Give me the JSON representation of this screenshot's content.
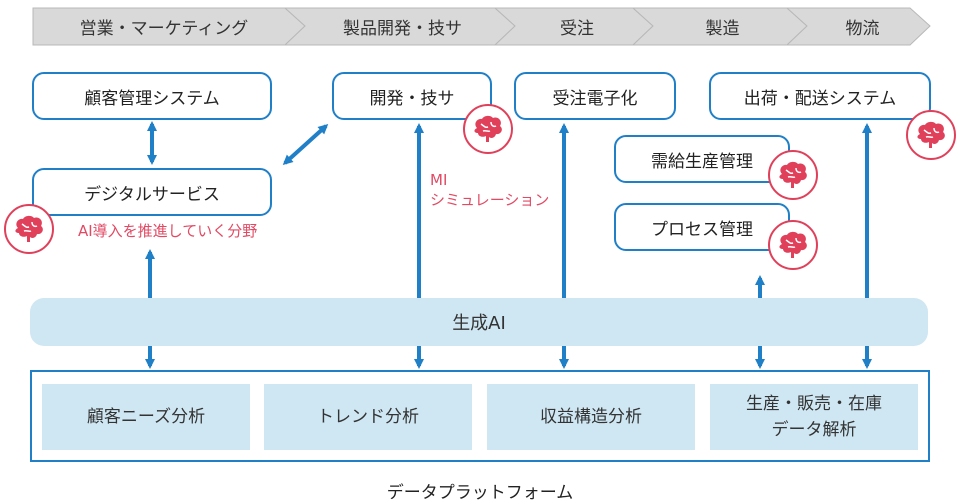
{
  "process_steps": [
    "営業・マーケティング",
    "製品開発・技サ",
    "受注",
    "製造",
    "物流"
  ],
  "boxes": {
    "crm": "顧客管理システム",
    "digital_service": "デジタルサービス",
    "dev": "開発・技サ",
    "order_edi": "受注電子化",
    "shipping": "出荷・配送システム",
    "supply_demand": "需給生産管理",
    "process_mgmt": "プロセス管理"
  },
  "notes": {
    "ai_area": "AI導入を推進していく分野",
    "mi_line1": "MI",
    "mi_line2": "シミュレーション"
  },
  "generative_ai": "生成AI",
  "platform": {
    "cells": [
      "顧客ニーズ分析",
      "トレンド分析",
      "収益構造分析",
      "生産・販売・在庫",
      "データ解析"
    ],
    "caption": "データプラットフォーム"
  },
  "colors": {
    "chevron_fill": "#d9d9d9",
    "box_border": "#1f7fc7",
    "arrow": "#1f7fc7",
    "brain": "#e0405a",
    "note_text": "#e24a64",
    "platform_fill": "#cfe7f3"
  },
  "icons": [
    "brain-icon"
  ]
}
